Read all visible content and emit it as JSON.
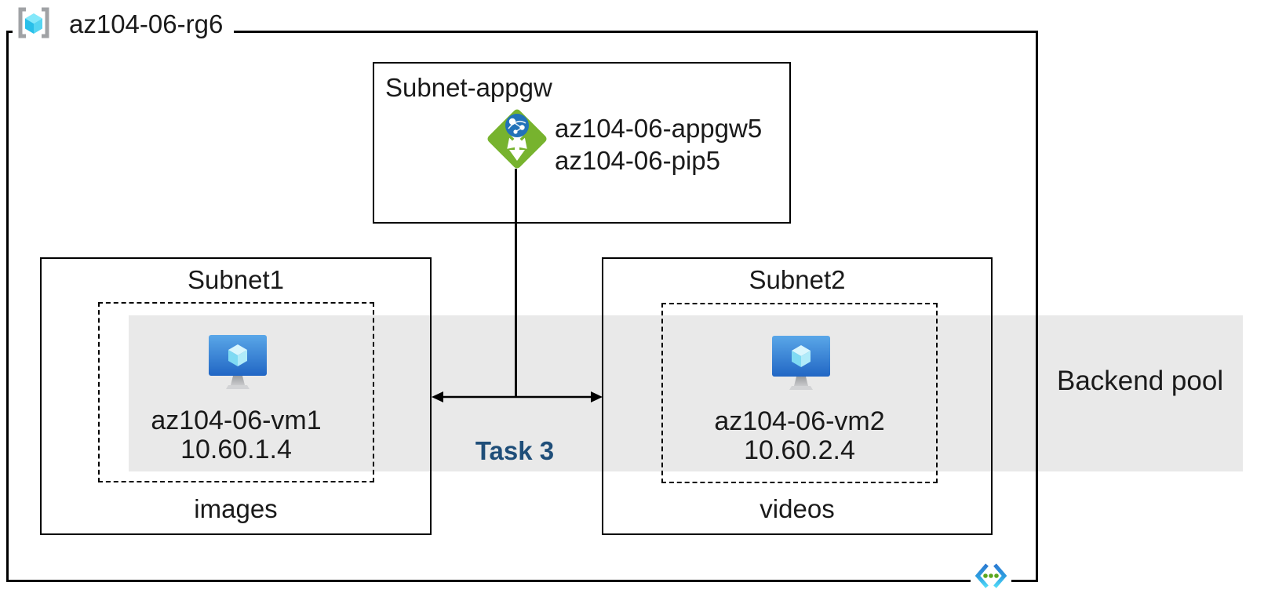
{
  "resource_group": {
    "name": "az104-06-rg6",
    "icon": "resource-group-icon"
  },
  "appgw_box": {
    "title": "Subnet-appgw",
    "gateway_name": "az104-06-appgw5",
    "public_ip_name": "az104-06-pip5",
    "icon": "application-gateway-icon"
  },
  "subnet1": {
    "title": "Subnet1",
    "vm": {
      "name": "az104-06-vm1",
      "ip": "10.60.1.4",
      "icon": "virtual-machine-icon"
    },
    "caption": "images"
  },
  "subnet2": {
    "title": "Subnet2",
    "vm": {
      "name": "az104-06-vm2",
      "ip": "10.60.2.4",
      "icon": "virtual-machine-icon"
    },
    "caption": "videos"
  },
  "backend_pool": {
    "label": "Backend pool"
  },
  "task": {
    "label": "Task 3"
  },
  "virtual_network": {
    "icon": "virtual-network-icon"
  },
  "colors": {
    "backend_band": "#e9e9e9",
    "task_text": "#1f4e79",
    "border": "#000000",
    "appgw_green": "#77b32e",
    "appgw_globe_blue": "#2272b8",
    "vm_screen_top": "#5aa7e8",
    "vm_screen_bottom": "#2166c4",
    "vm_cube_cyan": "#7fdaf3",
    "rg_bracket_gray": "#a0a2a5",
    "rg_cube_cyan": "#4fd4f2",
    "vnet_gradient_top": "#2b7ad2",
    "vnet_gradient_bottom": "#53dcf8",
    "vnet_dot_green": "#5aa71f"
  }
}
